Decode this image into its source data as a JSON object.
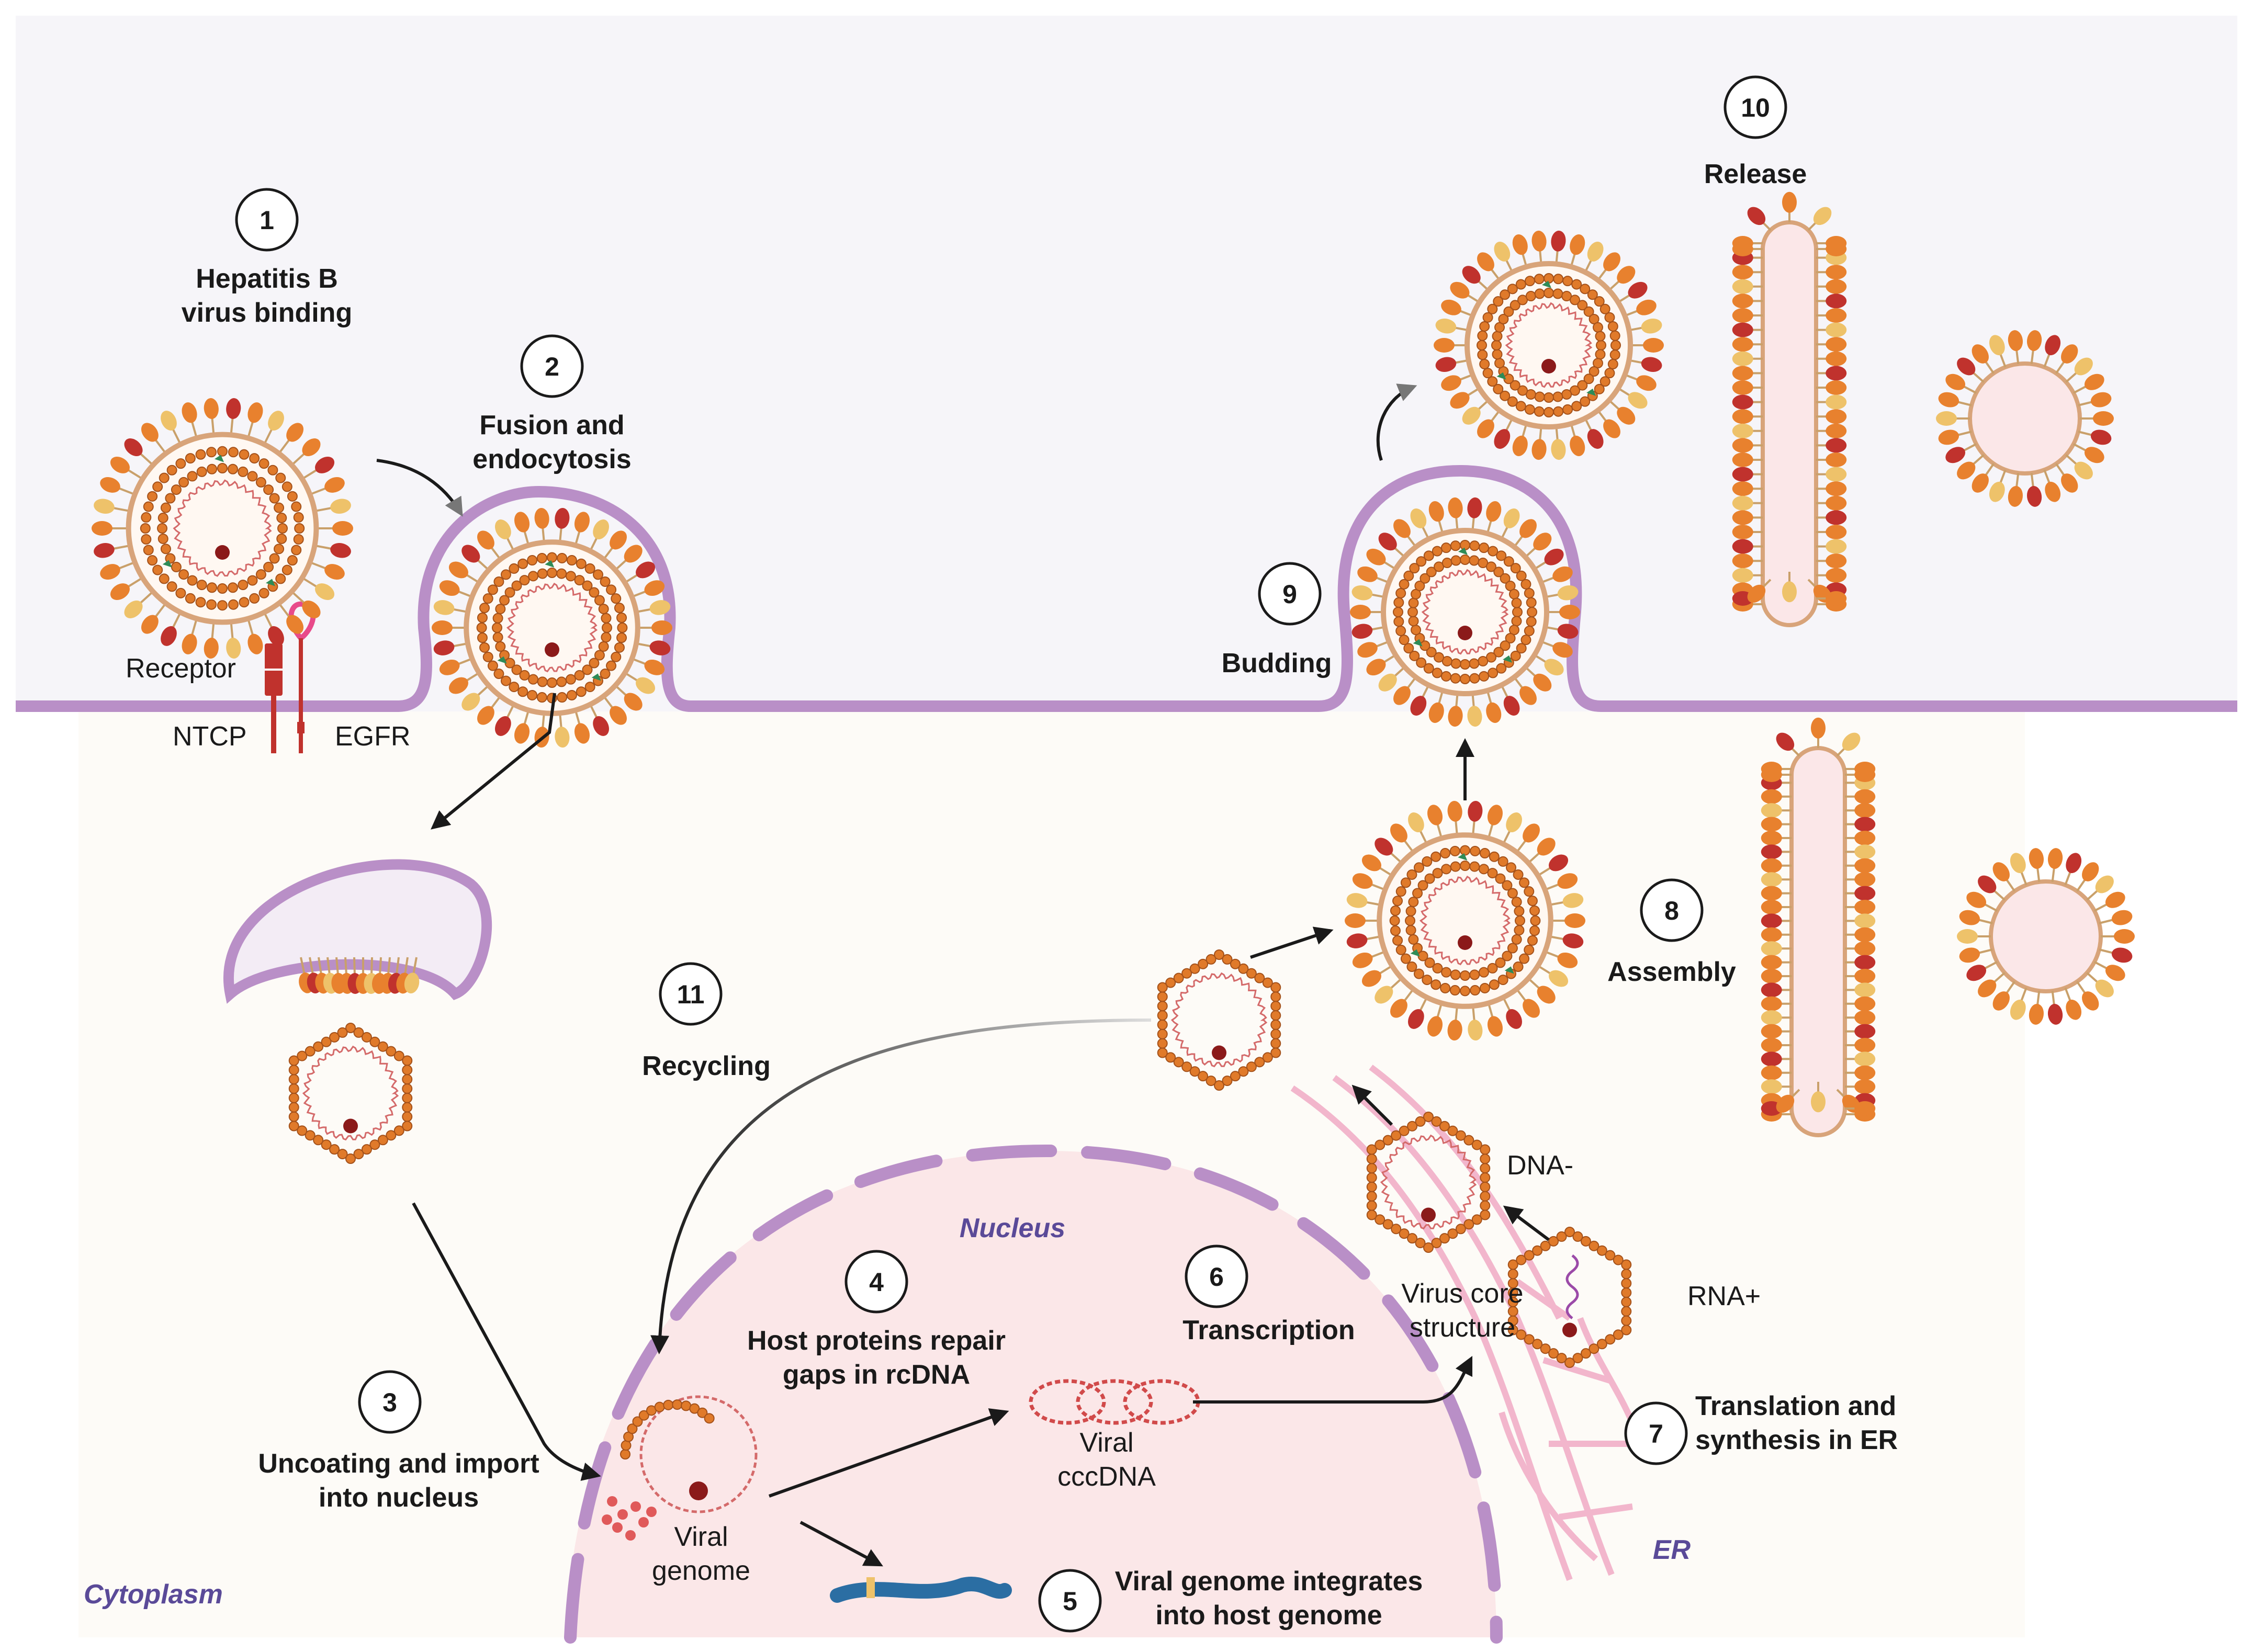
{
  "colors": {
    "membrane": "#b98fc7",
    "extracellular": "#f6f5f9",
    "cytoplasm": "#fdfbf7",
    "nucleus": "#fbe7e8",
    "capsid_bead": "#e07a2a",
    "envelope_protein_dark": "#c0322d",
    "envelope_protein_orange": "#e8812e",
    "envelope_protein_yellow": "#eec26a",
    "er": "#f2b6cc",
    "host_dna": "#2b6ea3"
  },
  "steps": [
    {
      "number": "1",
      "label_lines": [
        "Hepatitis B",
        "virus binding"
      ]
    },
    {
      "number": "2",
      "label_lines": [
        "Fusion and",
        "endocytosis"
      ]
    },
    {
      "number": "3",
      "label_lines": [
        "Uncoating and import",
        "into nucleus"
      ]
    },
    {
      "number": "4",
      "label_lines": [
        "Host proteins repair",
        "gaps in rcDNA"
      ]
    },
    {
      "number": "5",
      "label_lines": [
        "Viral genome integrates",
        "into host genome"
      ]
    },
    {
      "number": "6",
      "label_lines": [
        "Transcription"
      ]
    },
    {
      "number": "7",
      "label_lines": [
        "Translation and",
        "synthesis in ER"
      ]
    },
    {
      "number": "8",
      "label_lines": [
        "Assembly"
      ]
    },
    {
      "number": "9",
      "label_lines": [
        "Budding"
      ]
    },
    {
      "number": "10",
      "label_lines": [
        "Release"
      ]
    },
    {
      "number": "11",
      "label_lines": [
        "Recycling"
      ]
    }
  ],
  "labels": {
    "receptor": "Receptor",
    "ntcp": "NTCP",
    "egfr": "EGFR",
    "nucleus": "Nucleus",
    "cytoplasm": "Cytoplasm",
    "er": "ER",
    "viral_genome_1": "Viral",
    "viral_genome_2": "genome",
    "cccdna_1": "Viral",
    "cccdna_2": "cccDNA",
    "dna_minus": "DNA-",
    "rna_plus": "RNA+",
    "core_1": "Virus core",
    "core_2": "structure"
  }
}
